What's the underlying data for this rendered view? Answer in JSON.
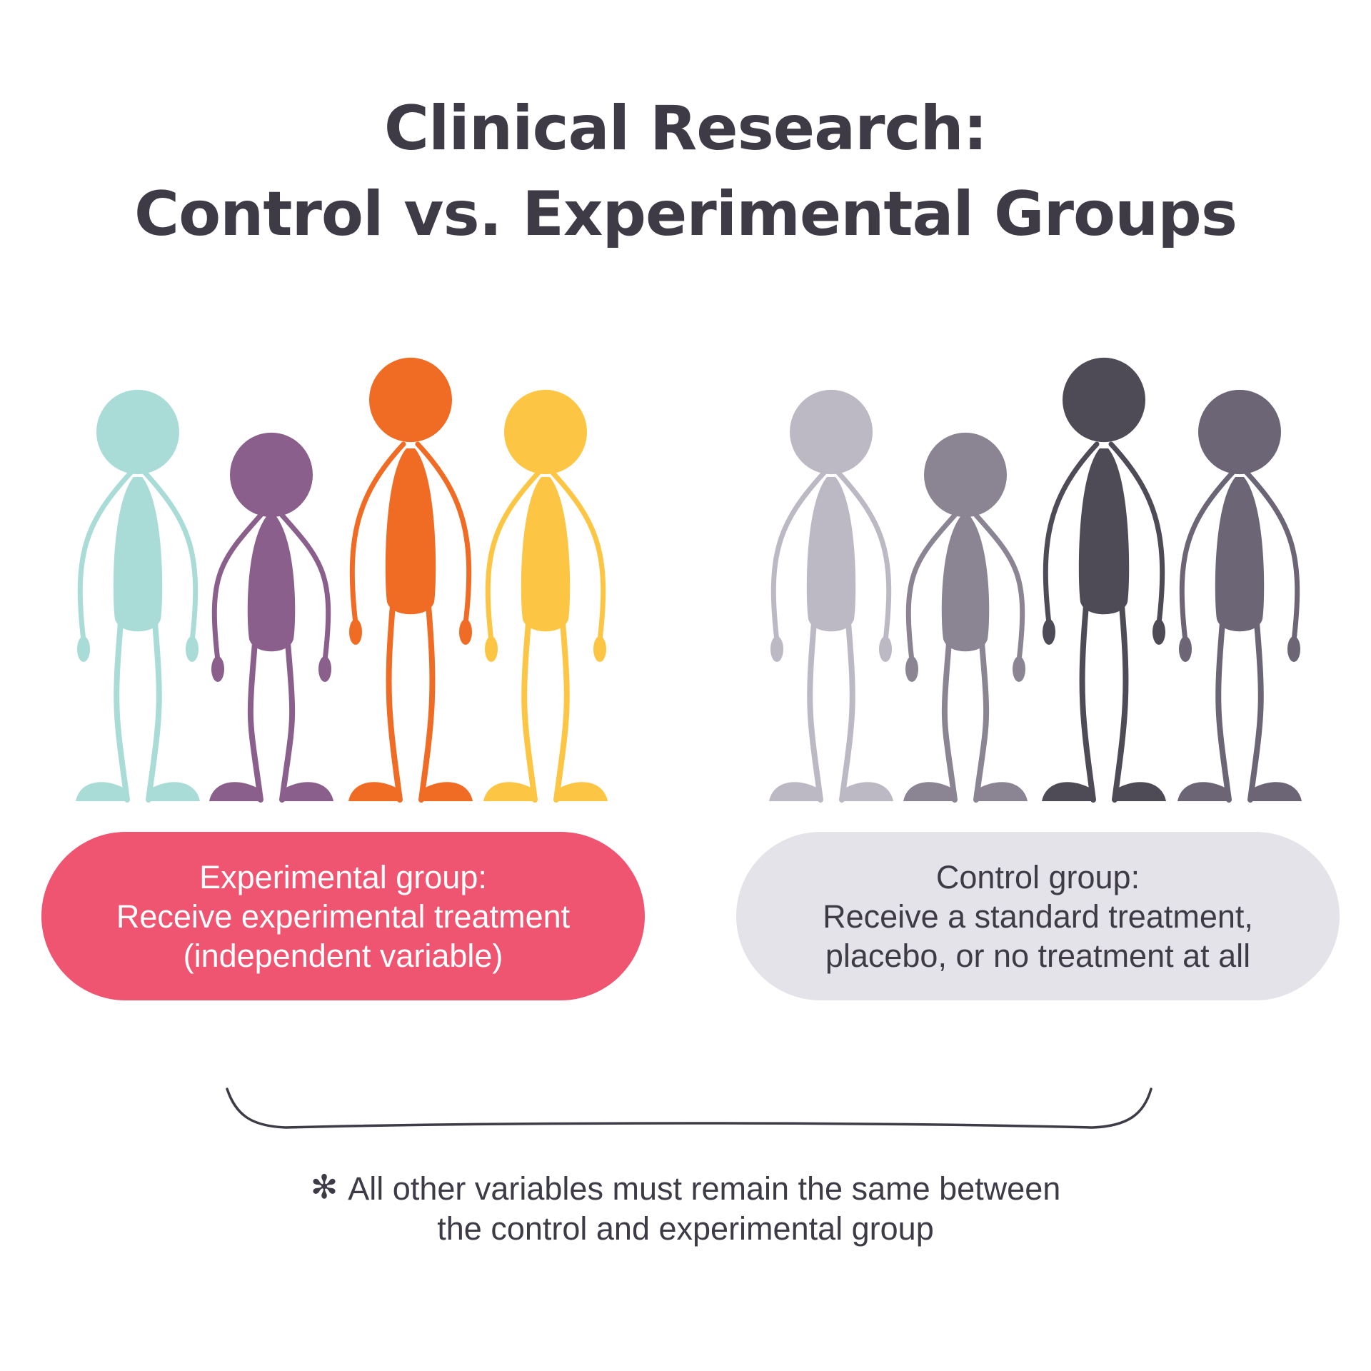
{
  "title": {
    "line1": "Clinical Research:",
    "line2": "Control vs. Experimental Groups"
  },
  "experimental_group": {
    "label": "Experimental group:",
    "line2": "Receive experimental treatment",
    "line3": "(independent variable)",
    "color": "#ef5470",
    "figure_colors": [
      "#a9dcd7",
      "#8b5f8b",
      "#f06c24",
      "#fcc644"
    ]
  },
  "control_group": {
    "label": "Control group:",
    "line2": "Receive a standard treatment,",
    "line3": "placebo, or no treatment at all",
    "color": "#e4e3e9",
    "figure_colors": [
      "#bcb9c4",
      "#8b8492",
      "#4f4b56",
      "#6c6575"
    ]
  },
  "note": {
    "icon": "asterisk-icon",
    "line1": "All other variables must remain the same between",
    "line2": "the control and experimental group"
  }
}
